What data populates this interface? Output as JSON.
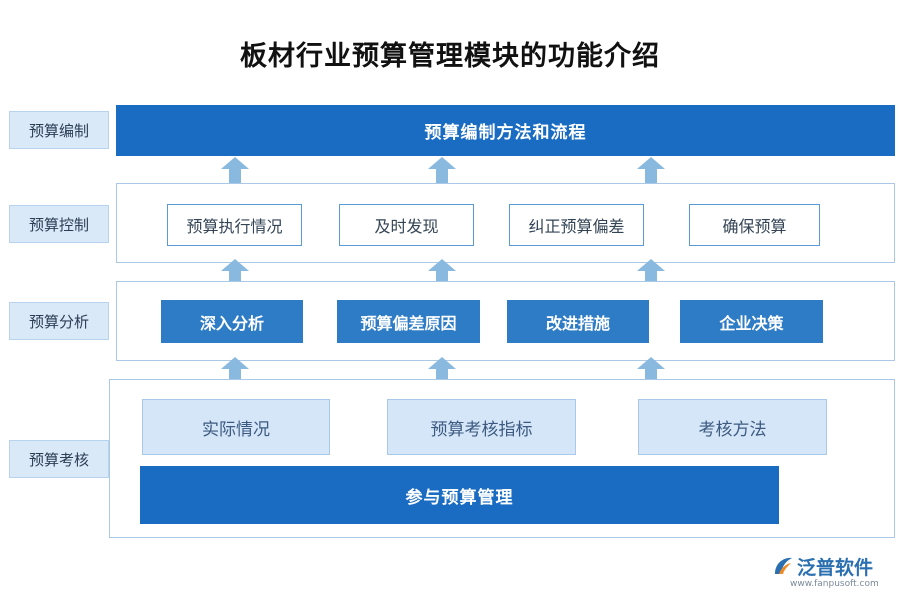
{
  "title": "板材行业预算管理模块的功能介绍",
  "side_labels": [
    "预算编制",
    "预算控制",
    "预算分析",
    "预算考核"
  ],
  "row1": {
    "bar": "预算编制方法和流程"
  },
  "row2": {
    "items": [
      "预算执行情况",
      "及时发现",
      "纠正预算偏差",
      "确保预算"
    ]
  },
  "row3": {
    "items": [
      "深入分析",
      "预算偏差原因",
      "改进措施",
      "企业决策"
    ]
  },
  "row4": {
    "items": [
      "实际情况",
      "预算考核指标",
      "考核方法"
    ],
    "bar": "参与预算管理"
  },
  "logo": {
    "name": "泛普软件",
    "url": "www.fanpusoft.com"
  },
  "colors": {
    "primary": "#1a6cc3",
    "mid": "#2e7cc6",
    "light": "#d4e6f8",
    "arrow": "#8ab9e0"
  }
}
